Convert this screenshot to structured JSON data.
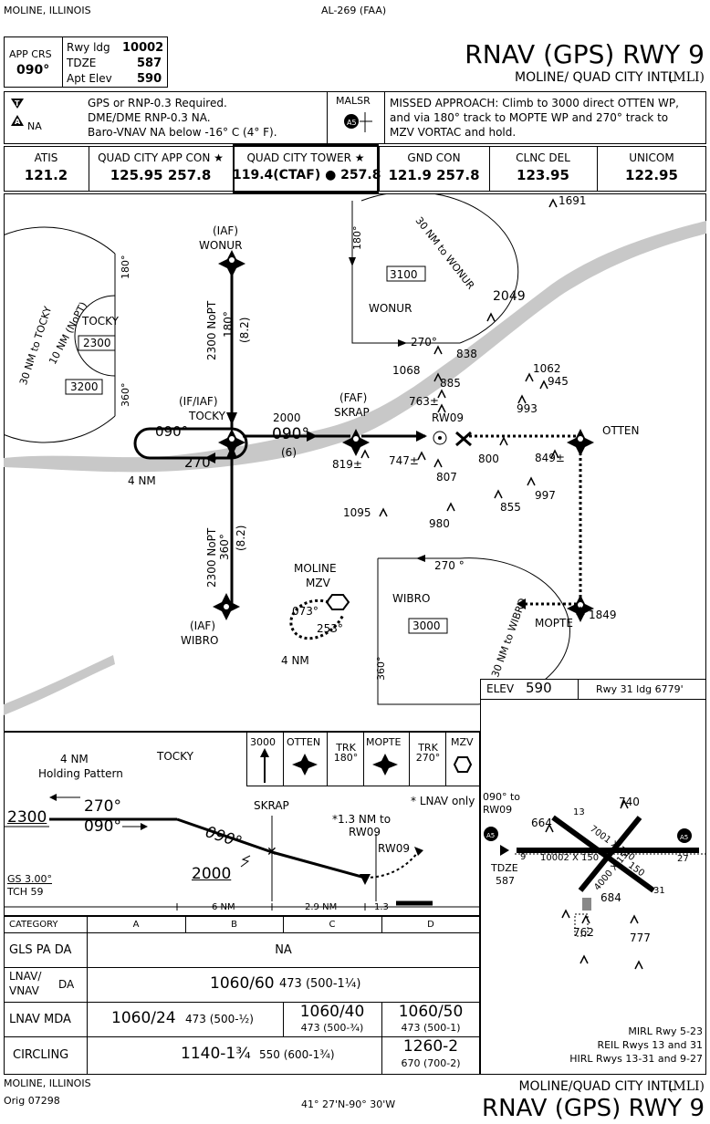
{
  "header": {
    "location": "MOLINE, ILLINOIS",
    "chart_id": "AL-269 (FAA)",
    "title": "RNAV (GPS) RWY 9",
    "airport": "MOLINE/ QUAD CITY INTL",
    "ident": "(MLI)"
  },
  "briefing": {
    "app_crs_label": "APP CRS",
    "app_crs": "090°",
    "rwy_ldg_label": "Rwy ldg",
    "rwy_ldg": "10002",
    "tdze_label": "TDZE",
    "tdze": "587",
    "apt_elev_label": "Apt Elev",
    "apt_elev": "590",
    "notes_line1": "GPS or RNP-0.3 Required.",
    "notes_line2": "DME/DME RNP-0.3 NA.",
    "notes_line3": "Baro-VNAV NA below -16° C (4° F).",
    "na_label": "NA",
    "malsr": "MALSR",
    "missed_line1": "MISSED APPROACH: Climb to 3000 direct OTTEN WP,",
    "missed_line2": "and via 180° track to MOPTE WP and 270° track to",
    "missed_line3": "MZV VORTAC  and hold."
  },
  "comms": [
    {
      "label": "ATIS",
      "freq": "121.2"
    },
    {
      "label": "QUAD CITY APP CON ★",
      "freq": "125.95  257.8"
    },
    {
      "label": "QUAD CITY TOWER ★",
      "freq": "119.4(CTAF) ● 257.8"
    },
    {
      "label": "GND CON",
      "freq": "121.9  257.8"
    },
    {
      "label": "CLNC DEL",
      "freq": "123.95"
    },
    {
      "label": "UNICOM",
      "freq": "122.95"
    }
  ],
  "planview": {
    "iaf_wonur_1": "(IAF)",
    "iaf_wonur_2": "WONUR",
    "wonur_alt": "2300 NoPT",
    "wonur_crs": "180°",
    "wonur_dist": "(8.2)",
    "tocky_label": "TOCKY",
    "tocky_arc": "10 NM (NoPT)",
    "tocky_msa_30": "30 NM to TOCKY",
    "tocky_2300": "2300",
    "tocky_3200": "3200",
    "tocky_180": "180°",
    "tocky_360": "360°",
    "if_iaf_1": "(IF/IAF)",
    "if_iaf_2": "TOCKY",
    "hold_090": "090°",
    "hold_270": "270°",
    "hold_4nm": "4 NM",
    "seg_2000": "2000",
    "seg_090": "090°",
    "seg_6": "(6)",
    "faf_1": "(FAF)",
    "faf_2": "SKRAP",
    "rw09": "RW09",
    "otten": "OTTEN",
    "wonur_hold": "WONUR",
    "wonur_msa_3100": "3100",
    "wonur_msa_30": "30 NM to WONUR",
    "wonur_hold_180": "180°",
    "wonur_hold_270": "270°",
    "wibro_alt": "2300 NoPT",
    "wibro_crs": "360°",
    "wibro_dist": "(8.2)",
    "iaf_wibro_1": "(IAF)",
    "iaf_wibro_2": "WIBRO",
    "moline_1": "MOLINE",
    "moline_2": "MZV",
    "mzv_073": "073°",
    "mzv_253": "253°",
    "mzv_4nm": "4 NM",
    "wibro_hold": "WIBRO",
    "wibro_3000": "3000",
    "wibro_msa_30": "30 NM to WIBRO",
    "wibro_270": "270 °",
    "wibro_360": "360°",
    "mopte": "MOPTE",
    "obstacles": [
      "1691",
      "2049",
      "838",
      "1068",
      "1062",
      "945",
      "885",
      "763±",
      "993",
      "819±",
      "747±",
      "800",
      "849±",
      "807",
      "997",
      "855",
      "1095",
      "980",
      "1849"
    ]
  },
  "airport": {
    "elev_label": "ELEV",
    "elev": "590",
    "rwy_ldg": "Rwy 31 ldg 6779'",
    "crs_note_1": "090° to",
    "crs_note_2": "RW09",
    "tdze_label": "TDZE",
    "tdze": "587",
    "rwy_dims": "10002 X 150",
    "rwy2": "7001 X 150",
    "rwy3": "4000 X 150",
    "num_150": "150",
    "elev_664": "664",
    "elev_740": "740",
    "elev_684": "684",
    "elev_762": "762",
    "elev_777": "777",
    "rwy9": "9",
    "rwy27": "27",
    "rwy13": "13",
    "rwy31": "31",
    "lights_1": "MIRL Rwy 5-23",
    "lights_2": "REIL Rwys 13 and 31",
    "lights_3": "HIRL Rwys 13-31 and 9-27"
  },
  "profile": {
    "holding_1": "4 NM",
    "holding_2": "Holding Pattern",
    "tocky": "TOCKY",
    "alt_2300": "2300",
    "crs_270": "270°",
    "crs_090": "090°",
    "crs_090b": "090°",
    "skrap": "SKRAP",
    "alt_2000": "2000",
    "gs": "GS 3.00°",
    "tch": "TCH 59",
    "note_1": "*1.3 NM to",
    "note_2": "RW09",
    "rw09": "RW09",
    "lnav_only": "* LNAV only",
    "dist_6": "6 NM",
    "dist_29": "2.9 NM",
    "dist_13": "1.3",
    "missed_icons": [
      "3000",
      "OTTEN",
      "TRK 180°",
      "MOPTE",
      "TRK 270°",
      "MZV"
    ]
  },
  "minimums": {
    "category_label": "CATEGORY",
    "cats": [
      "A",
      "B",
      "C",
      "D"
    ],
    "gls_label": "GLS  PA DA",
    "gls_value": "NA",
    "lnav_vnav_label_1": "LNAV/",
    "lnav_vnav_label_2": "VNAV",
    "lnav_vnav_da": "DA",
    "lnav_vnav_value": "1060/60",
    "lnav_vnav_hat": "473 (500-1¼)",
    "lnav_label": "LNAV  MDA",
    "lnav_ab": "1060/24",
    "lnav_ab_hat": "473 (500-½)",
    "lnav_c": "1060/40",
    "lnav_c_hat": "473 (500-¾)",
    "lnav_d": "1060/50",
    "lnav_d_hat": "473 (500-1)",
    "circ_label": "CIRCLING",
    "circ_abc": "1140-1¾",
    "circ_abc_hat": "550 (600-1¾)",
    "circ_d": "1260-2",
    "circ_d_hat": "670 (700-2)"
  },
  "footer": {
    "location": "MOLINE, ILLINOIS",
    "orig": "Orig 07298",
    "coords": "41° 27'N-90° 30'W",
    "airport": "MOLINE/QUAD CITY INTL",
    "ident": "(MLI)",
    "title": "RNAV (GPS) RWY 9"
  }
}
